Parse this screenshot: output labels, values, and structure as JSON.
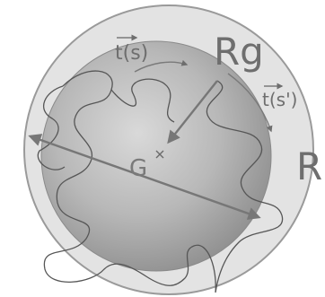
{
  "figure": {
    "labels": {
      "tangent_s": "t(s)",
      "radius_of_gyration": "Rg",
      "tangent_s_prime": "t(s')",
      "end_to_end": "R",
      "center_of_mass": "G"
    },
    "colors": {
      "outer_sphere": "#e3e3e3",
      "outer_sphere_edge": "#9a9a9a",
      "inner_sphere_light": "#d9d9d9",
      "inner_sphere_dark": "#8e8e8e",
      "chain": "#565656",
      "label": "#6e6e6e"
    }
  }
}
